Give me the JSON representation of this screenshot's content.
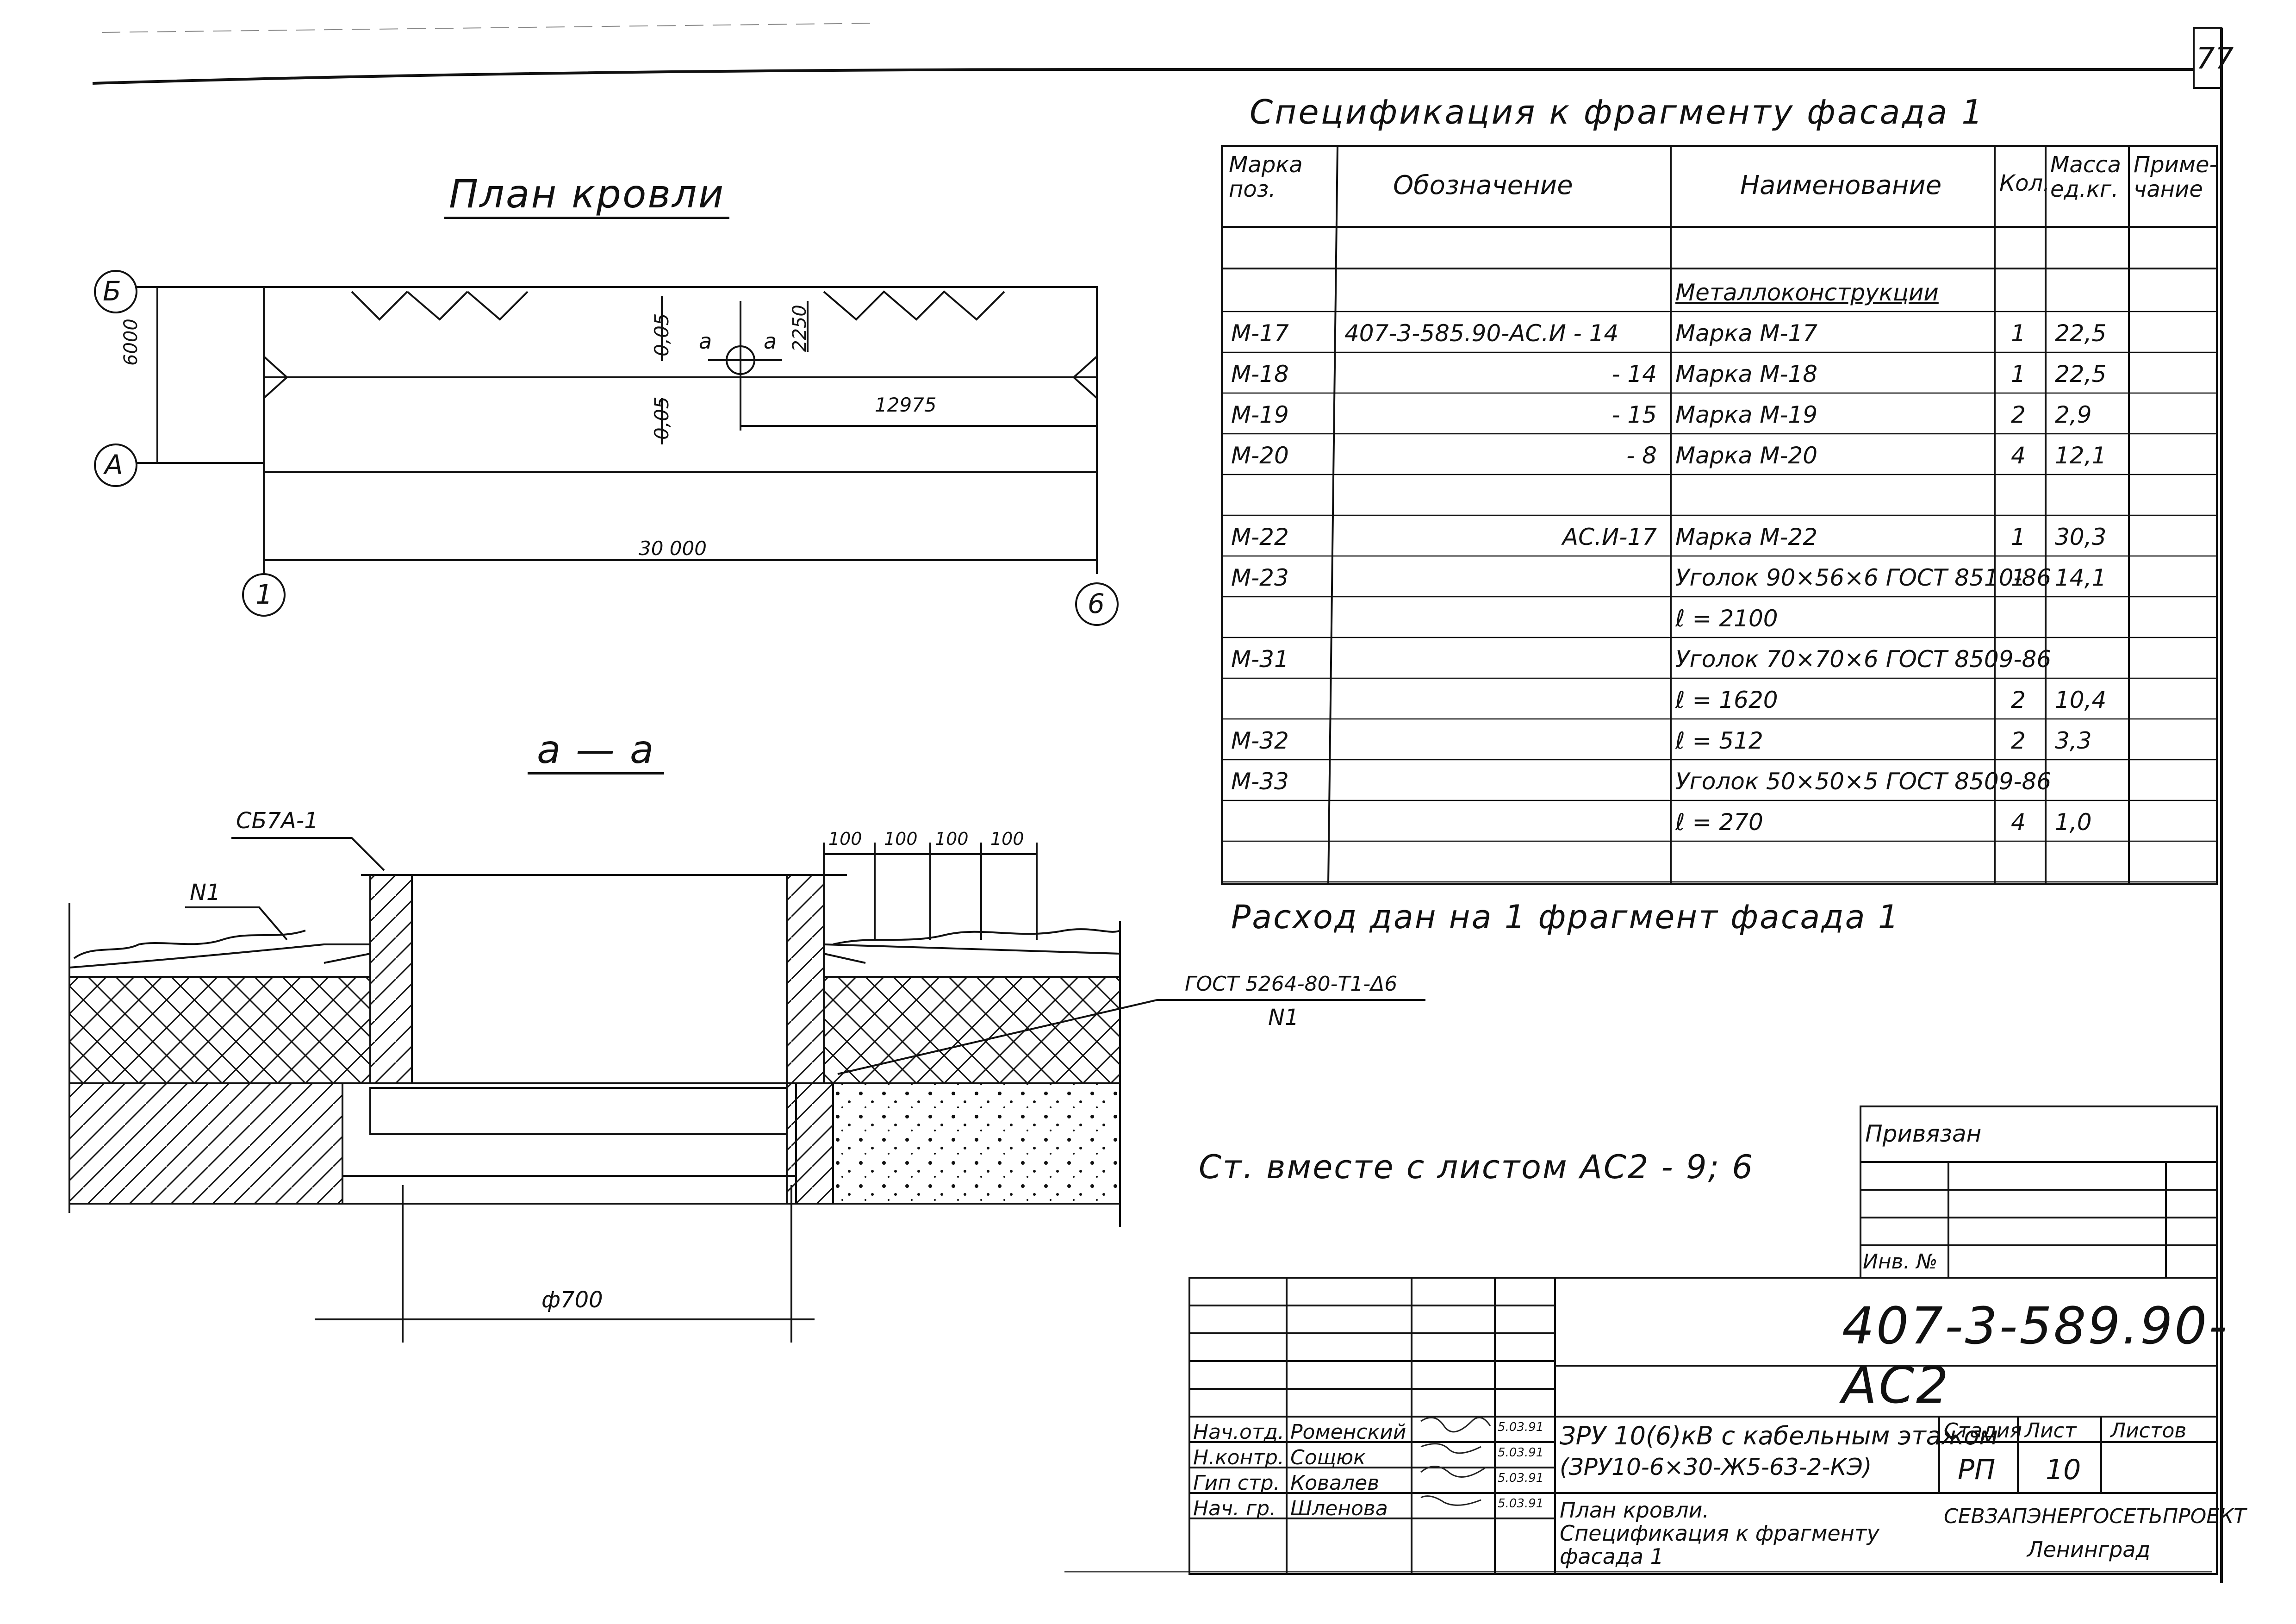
{
  "sheet_number": "77",
  "plan": {
    "title": "План кровли",
    "axis_top": "Б",
    "axis_bottom": "А",
    "axis_left": "1",
    "axis_right": "6",
    "dim_height": "6000",
    "dim_width": "30 000",
    "dim_slope_top": "0,05",
    "dim_slope_bottom": "0,05",
    "dim_2250": "2250",
    "dim_12975": "12975",
    "cut_label_left": "а",
    "cut_label_right": "а"
  },
  "section": {
    "title": "а — а",
    "label_sb": "СБ7А-1",
    "label_n1": "N1",
    "dims": [
      "100",
      "100",
      "100",
      "100"
    ],
    "gost_label": "ГОСТ 5264-80-Т1-Δ6",
    "gost_sub": "N1",
    "diameter": "ф700"
  },
  "spec": {
    "title": "Спецификация  к фрагменту  фасада 1",
    "headers": [
      "Марка поз.",
      "Обозначение",
      "Наименование",
      "Кол.",
      "Масса ед.кг.",
      "Приме-чание"
    ],
    "rows": [
      {
        "mark": "",
        "designation": "",
        "name": "Металлоконструкции",
        "qty": "",
        "mass": "",
        "note": ""
      },
      {
        "mark": "М-17",
        "designation": "407-3-585.90-АС.И - 14",
        "name": "Марка  М-17",
        "qty": "1",
        "mass": "22,5",
        "note": ""
      },
      {
        "mark": "М-18",
        "designation": "- 14",
        "name": "Марка  М-18",
        "qty": "1",
        "mass": "22,5",
        "note": ""
      },
      {
        "mark": "М-19",
        "designation": "- 15",
        "name": "Марка  М-19",
        "qty": "2",
        "mass": "2,9",
        "note": ""
      },
      {
        "mark": "М-20",
        "designation": "- 8",
        "name": "Марка  М-20",
        "qty": "4",
        "mass": "12,1",
        "note": ""
      },
      {
        "mark": "",
        "designation": "",
        "name": "",
        "qty": "",
        "mass": "",
        "note": ""
      },
      {
        "mark": "М-22",
        "designation": "АС.И-17",
        "name": "Марка  М-22",
        "qty": "1",
        "mass": "30,3",
        "note": ""
      },
      {
        "mark": "М-23",
        "designation": "",
        "name": "Уголок 90×56×6 ГОСТ 8510-86",
        "qty": "1",
        "mass": "14,1",
        "note": ""
      },
      {
        "mark": "",
        "designation": "",
        "name": "ℓ = 2100",
        "qty": "",
        "mass": "",
        "note": ""
      },
      {
        "mark": "М-31",
        "designation": "",
        "name": "Уголок 70×70×6 ГОСТ 8509-86",
        "qty": "",
        "mass": "",
        "note": ""
      },
      {
        "mark": "",
        "designation": "",
        "name": "ℓ = 1620",
        "qty": "2",
        "mass": "10,4",
        "note": ""
      },
      {
        "mark": "М-32",
        "designation": "",
        "name": "ℓ = 512",
        "qty": "2",
        "mass": "3,3",
        "note": ""
      },
      {
        "mark": "М-33",
        "designation": "",
        "name": "Уголок 50×50×5 ГОСТ 8509-86",
        "qty": "",
        "mass": "",
        "note": ""
      },
      {
        "mark": "",
        "designation": "",
        "name": "ℓ = 270",
        "qty": "4",
        "mass": "1,0",
        "note": ""
      },
      {
        "mark": "",
        "designation": "",
        "name": "",
        "qty": "",
        "mass": "",
        "note": ""
      }
    ],
    "footnote": "Расход  дан  на  1 фрагмент  фасада 1"
  },
  "see_also": "Ст. вместе  с  листом  АС2 - 9; 6",
  "linked": {
    "label": "Привязан",
    "inv": "Инв. №"
  },
  "title_block": {
    "code": "407-3-589.90-АС2",
    "roles": [
      {
        "role": "Нач.отд.",
        "name": "Роменский",
        "date": "5.03.91"
      },
      {
        "role": "Н.контр.",
        "name": "Сощюк",
        "date": "5.03.91"
      },
      {
        "role": "Гип стр.",
        "name": "Ковалев",
        "date": "5.03.91"
      },
      {
        "role": "Нач. гр.",
        "name": "Шленова",
        "date": "5.03.91"
      }
    ],
    "object_line1": "ЗРУ 10(6)кВ с кабельным этажом",
    "object_line2": "(ЗРУ10-6×30-Ж5-63-2-КЭ)",
    "sheet_title_line1": "План кровли.",
    "sheet_title_line2": "Спецификация  к фрагменту",
    "sheet_title_line3": "фасада 1",
    "stage_label": "Стадия",
    "sheet_label": "Лист",
    "sheets_label": "Листов",
    "stage": "РП",
    "sheet": "10",
    "org_line1": "СЕВЗАПЭНЕРГОСЕТЬПРОЕКТ",
    "org_line2": "Ленинград"
  }
}
